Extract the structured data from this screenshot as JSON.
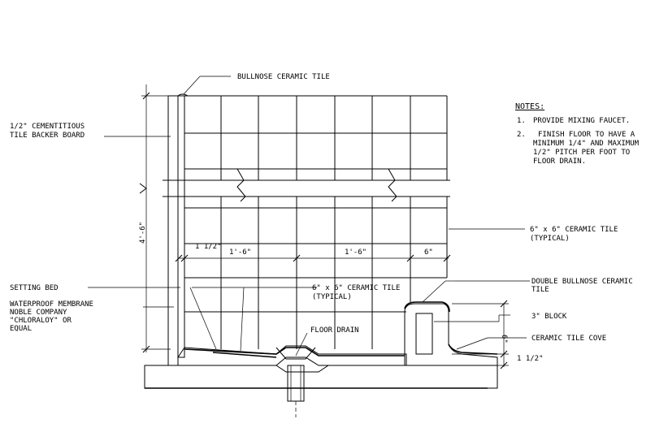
{
  "labels": {
    "bullnose": "BULLNOSE CERAMIC TILE",
    "backer_line1": "1/2\" CEMENTITIOUS",
    "backer_line2": "TILE BACKER BOARD",
    "tile_typ_line1": "6\" x 6\" CERAMIC TILE",
    "tile_typ_line2": "(TYPICAL)",
    "setting_bed": "SETTING BED",
    "membrane_line1": "WATERPROOF MEMBRANE",
    "membrane_line2": "NOBLE COMPANY",
    "membrane_line3": "\"CHLORALOY\" OR",
    "membrane_line4": "EQUAL",
    "tile_floor_line1": "6\" x 6\" CERAMIC TILE",
    "tile_floor_line2": "(TYPICAL)",
    "floor_drain": "FLOOR DRAIN",
    "double_bullnose_line1": "DOUBLE BULLNOSE CERAMIC",
    "double_bullnose_line2": "TILE",
    "block": "3\" BLOCK",
    "cove": "CERAMIC TILE COVE"
  },
  "dimensions": {
    "height": "4'-6\"",
    "one_half_left": "1 1/2\"",
    "span_a": "1'-6\"",
    "span_b": "1'-6\"",
    "span_c": "6\"",
    "curb": "6\"",
    "one_half_right": "1 1/2\""
  },
  "notes": {
    "title": "NOTES:",
    "items": [
      {
        "num": "1.",
        "lines": [
          "PROVIDE MIXING FAUCET."
        ]
      },
      {
        "num": "2.",
        "lines": [
          "FINISH FLOOR TO HAVE A",
          "MINIMUM 1/4\" AND MAXIMUM",
          "1/2\" PITCH PER FOOT TO",
          "FLOOR DRAIN."
        ]
      }
    ]
  }
}
